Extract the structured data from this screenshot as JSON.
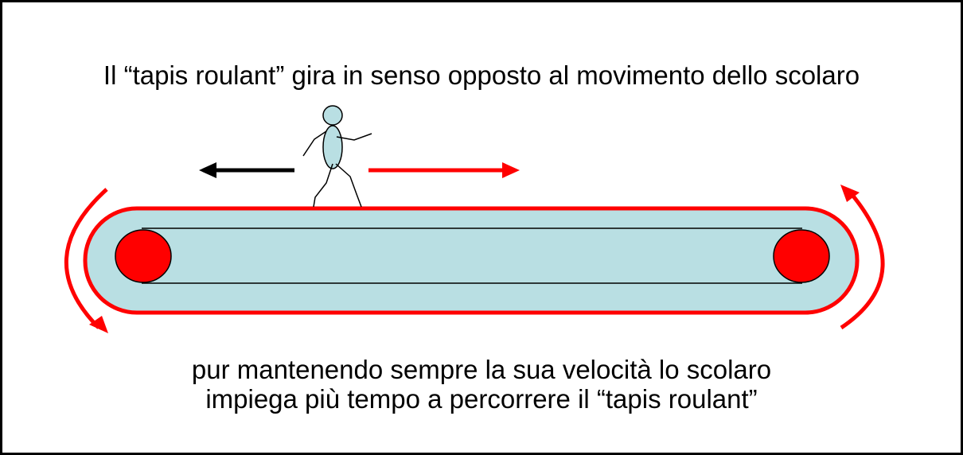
{
  "title": "Il “tapis roulant” gira in senso opposto al movimento dello scolaro",
  "caption": {
    "line1": "pur mantenendo sempre la sua velocità lo scolaro",
    "line2": "impiega più tempo a percorrere il “tapis roulant”"
  },
  "colors": {
    "belt_outline": "#ff0000",
    "belt_fill": "#b9dfe3",
    "roller": "#ff0000",
    "rotation_arrows": "#ff0000",
    "walker_arrow": "#000000",
    "belt_arrow": "#ff0000",
    "figure_fill": "#b9dfe3"
  },
  "icons": {
    "walker": "stick-figure-walking-icon",
    "left_arrow": "arrow-left-icon",
    "right_arrow": "arrow-right-icon",
    "rotation_left": "curved-arrow-down-icon",
    "rotation_right": "curved-arrow-up-icon"
  }
}
